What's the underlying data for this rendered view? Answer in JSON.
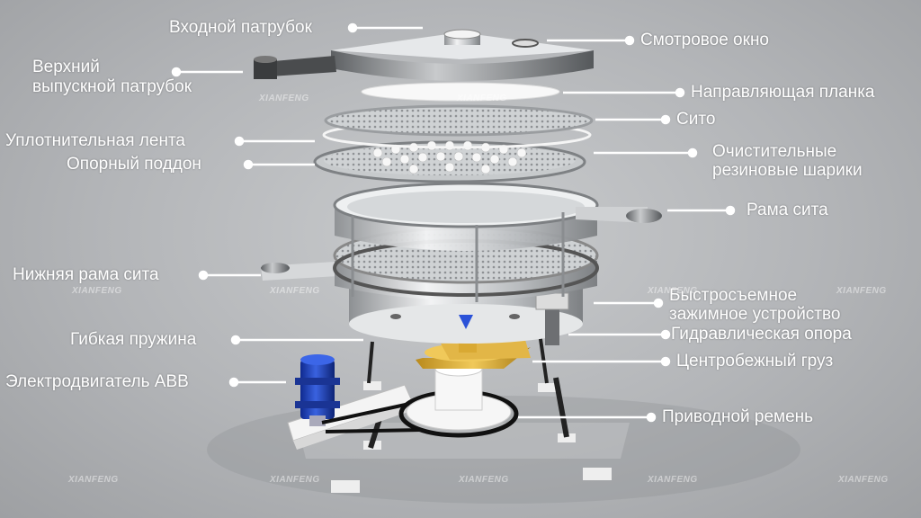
{
  "labels": {
    "inlet": "Входной патрубок",
    "viewing_window": "Смотровое окно",
    "top_outlet_line1": "Верхний",
    "top_outlet_line2": "выпускной патрубок",
    "guide_plate": "Направляющая планка",
    "sieve": "Сито",
    "sealing_tape": "Уплотнительная лента",
    "cleaning_balls_line1": "Очистительные",
    "cleaning_balls_line2": "резиновые шарики",
    "support_tray": "Опорный поддон",
    "sieve_frame": "Рама сита",
    "lower_sieve_frame": "Нижняя рама сита",
    "quick_clamp_line1": "Быстросъемное",
    "quick_clamp_line2": "зажимное устройство",
    "flexible_spring": "Гибкая пружина",
    "hydraulic_support": "Гидравлическая опора",
    "centrifugal_weight": "Центробежный груз",
    "motor": "Электродвигатель ABB",
    "drive_belt": "Приводной ремень"
  },
  "watermark": "XIANFENG",
  "colors": {
    "label": "#ffffff",
    "leader_line": "#ffffff",
    "motor": "#1f3fbf",
    "weight": "#e3b43a",
    "steel": "#d7d9db"
  }
}
